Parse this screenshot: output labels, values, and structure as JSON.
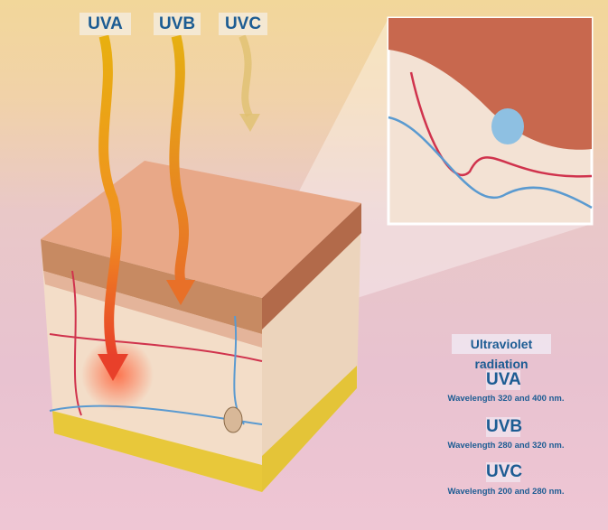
{
  "rays": [
    {
      "label": "UVA",
      "color": "#e8a010"
    },
    {
      "label": "UVB",
      "color": "#e6b012"
    },
    {
      "label": "UVC",
      "color": "#e0c070"
    }
  ],
  "legend": {
    "title": "Ultraviolet radiation",
    "items": [
      {
        "label": "UVA",
        "description": "Wavelength 320 and 400 nm."
      },
      {
        "label": "UVB",
        "description": "Wavelength 280 and 320 nm."
      },
      {
        "label": "UVC",
        "description": "Wavelength 200 and 280 nm."
      }
    ]
  },
  "colors": {
    "label_text": "#1c5c93",
    "epidermis": "#d99c7e",
    "dermis": "#f3ddc8",
    "fat": "#e8c83a",
    "vessel_red": "#d0334d",
    "vessel_blue": "#5a9ad0"
  }
}
